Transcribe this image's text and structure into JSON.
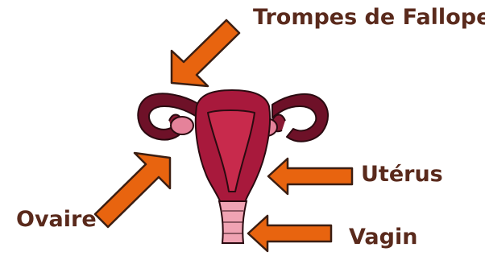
{
  "labels": {
    "fallopian_tubes": "Trompes de Fallope",
    "uterus": "Utérus",
    "ovary": "Ovaire",
    "vagina": "Vagin"
  },
  "colors": {
    "label_text": "#5a2a1c",
    "arrow_fill": "#e8640f",
    "arrow_stroke": "#3b1e12",
    "uterus_dark": "#a8193c",
    "uterus_light": "#c82a4c",
    "fallopian_tube": "#6e1128",
    "ovary": "#e5829a",
    "vagina": "#f0a3b3"
  }
}
